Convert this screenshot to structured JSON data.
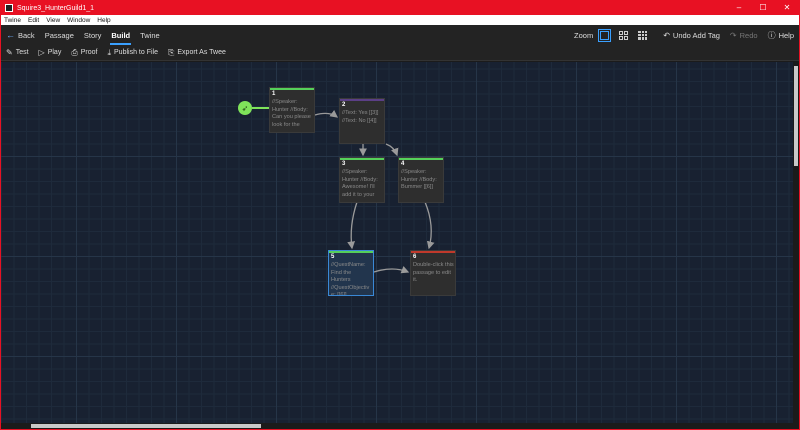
{
  "window": {
    "title": "Squire3_HunterGuild1_1",
    "minimize": "–",
    "maximize": "☐",
    "close": "✕"
  },
  "menu": [
    "Twine",
    "Edit",
    "View",
    "Window",
    "Help"
  ],
  "toolbar": {
    "back": "Back",
    "passage": "Passage",
    "story": "Story",
    "build": "Build",
    "twine": "Twine",
    "zoom": "Zoom",
    "undo": "Undo Add Tag",
    "redo": "Redo",
    "help": "Help"
  },
  "build_toolbar": {
    "test": "Test",
    "play": "Play",
    "proof": "Proof",
    "publish": "Publish to File",
    "export": "Export As Twee"
  },
  "passages": [
    {
      "id": "1",
      "tag_color": "#55d05a",
      "body": "//Speaker: Hunter //Body: Can you please look for the"
    },
    {
      "id": "2",
      "tag_color": "#5b3f86",
      "body": "//Text: Yes [[3]] //Text: No [[4]]"
    },
    {
      "id": "3",
      "tag_color": "#55d05a",
      "body": "//Speaker: Hunter //Body: Awesome! I'll add it to your"
    },
    {
      "id": "4",
      "tag_color": "#55d05a",
      "body": "//Speaker: Hunter //Body: Bummer [[6]]"
    },
    {
      "id": "5",
      "tag_color": "#55d05a",
      "body": "//QuestName: Find the Hunters //QuestObjective: [[6]]"
    },
    {
      "id": "6",
      "tag_color": "#c0392b",
      "body": "Double-click this passage to edit it."
    }
  ],
  "colors": {
    "titlebar": "#e81123",
    "accent": "#3aa0ff",
    "start": "#7fe35a"
  },
  "icons": {
    "start": "rocket-icon"
  }
}
